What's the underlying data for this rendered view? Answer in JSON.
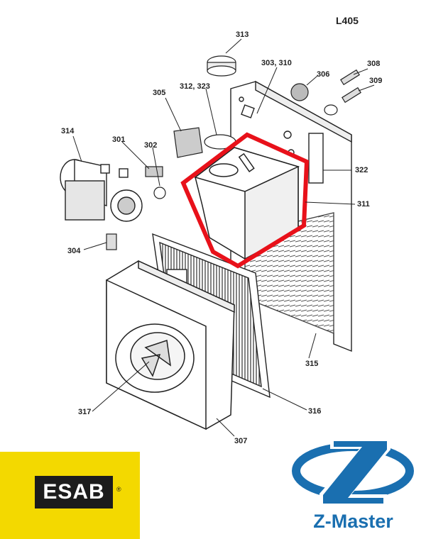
{
  "diagram": {
    "model": "L405",
    "highlight_color": "#e8111a",
    "labels": {
      "p313": "313",
      "p303_310": "303, 310",
      "p308": "308",
      "p306": "306",
      "p309": "309",
      "p305": "305",
      "p312_323": "312, 323",
      "p314": "314",
      "p301": "301",
      "p302": "302",
      "p322": "322",
      "p311": "311",
      "p304": "304",
      "p315": "315",
      "p317": "317",
      "p316": "316",
      "p307": "307"
    }
  },
  "logos": {
    "esab": {
      "text": "ESAB",
      "registered": "®",
      "color": "#f3d900"
    },
    "zmaster": {
      "text": "Z-Master",
      "color": "#1a6fb0"
    }
  }
}
